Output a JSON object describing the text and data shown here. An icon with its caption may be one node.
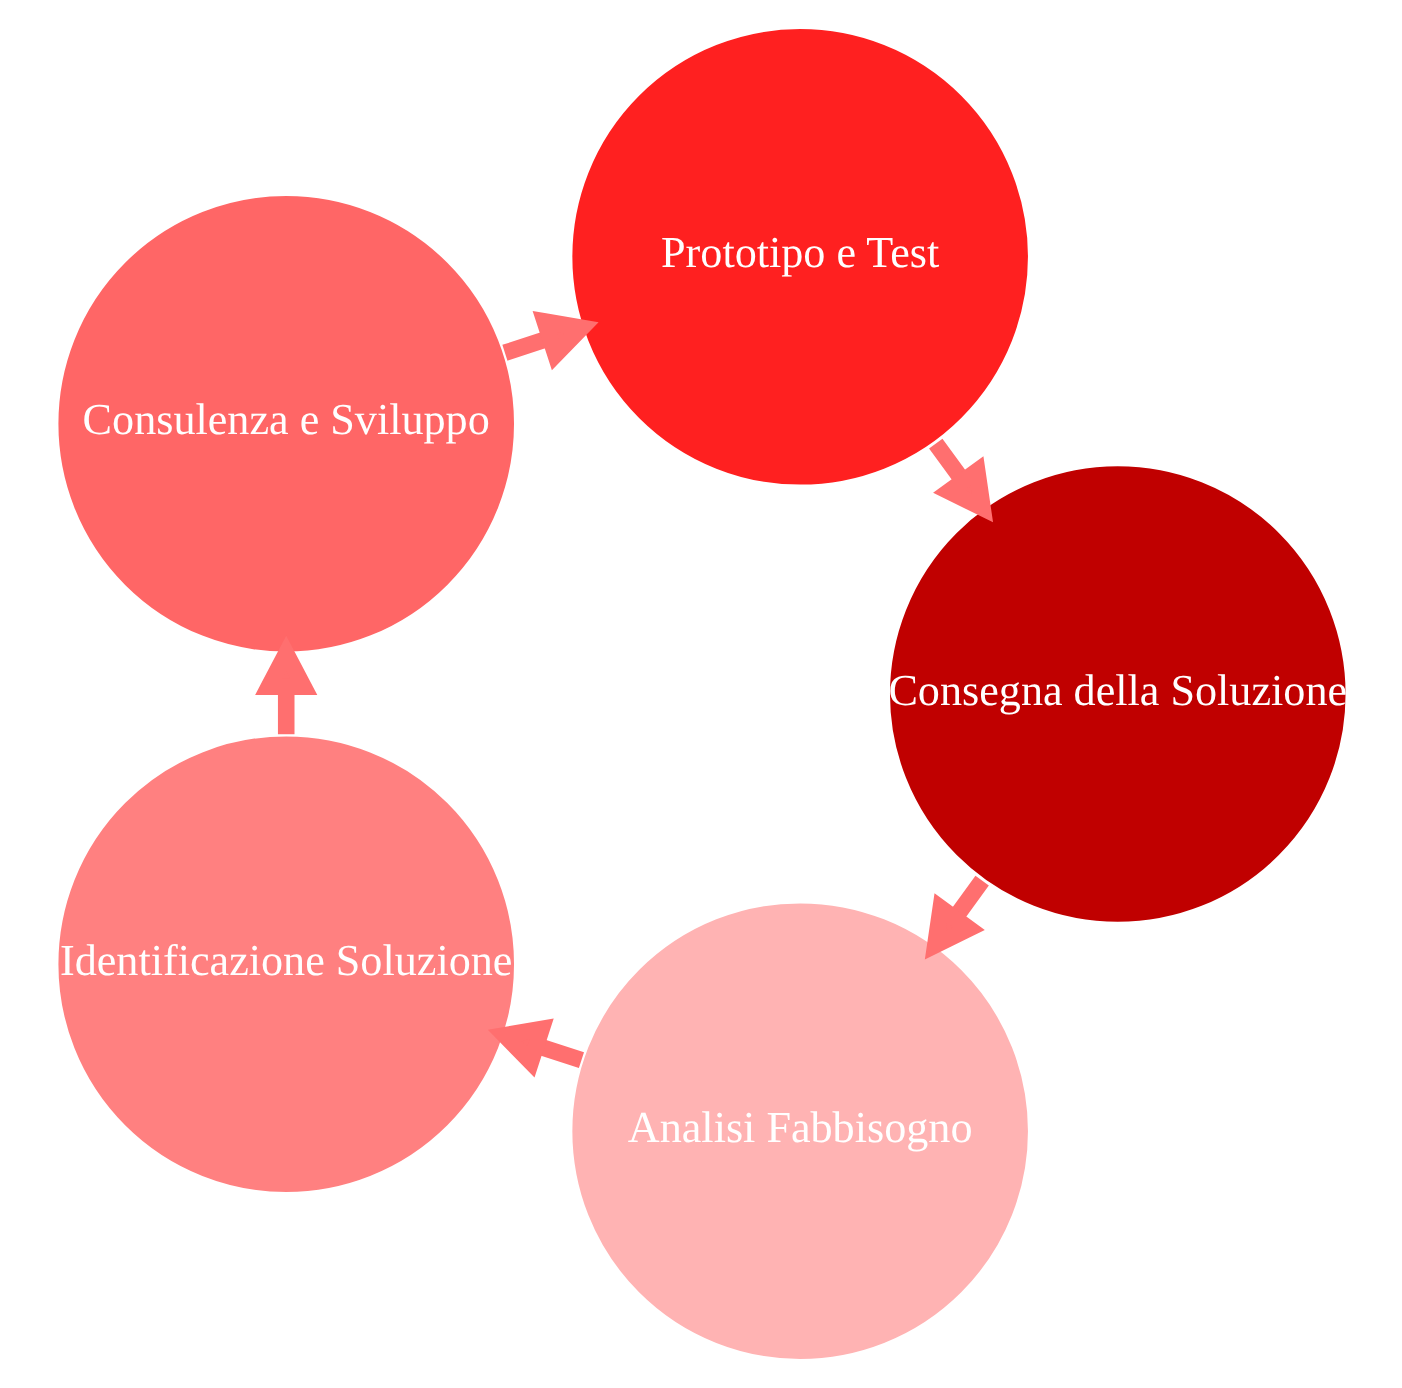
{
  "diagram": {
    "nodes": [
      {
        "text": [
          "Analisi Fabbisogno"
        ]
      },
      {
        "text": [
          "Identificazione Soluzione"
        ]
      },
      {
        "text": [
          "Consulenza e Sviluppo"
        ]
      },
      {
        "text": [
          "Prototipo e Test"
        ]
      },
      {
        "text": [
          "Consegna della Soluzione"
        ]
      }
    ],
    "edges": [
      {
        "from": 0,
        "to": 1,
        "arrow": "to"
      },
      {
        "from": 1,
        "to": 2,
        "arrow": "to"
      },
      {
        "from": 2,
        "to": 3,
        "arrow": "to"
      },
      {
        "from": 3,
        "to": 4,
        "arrow": "to"
      },
      {
        "from": 4,
        "to": 0,
        "arrow": "to"
      }
    ]
  }
}
